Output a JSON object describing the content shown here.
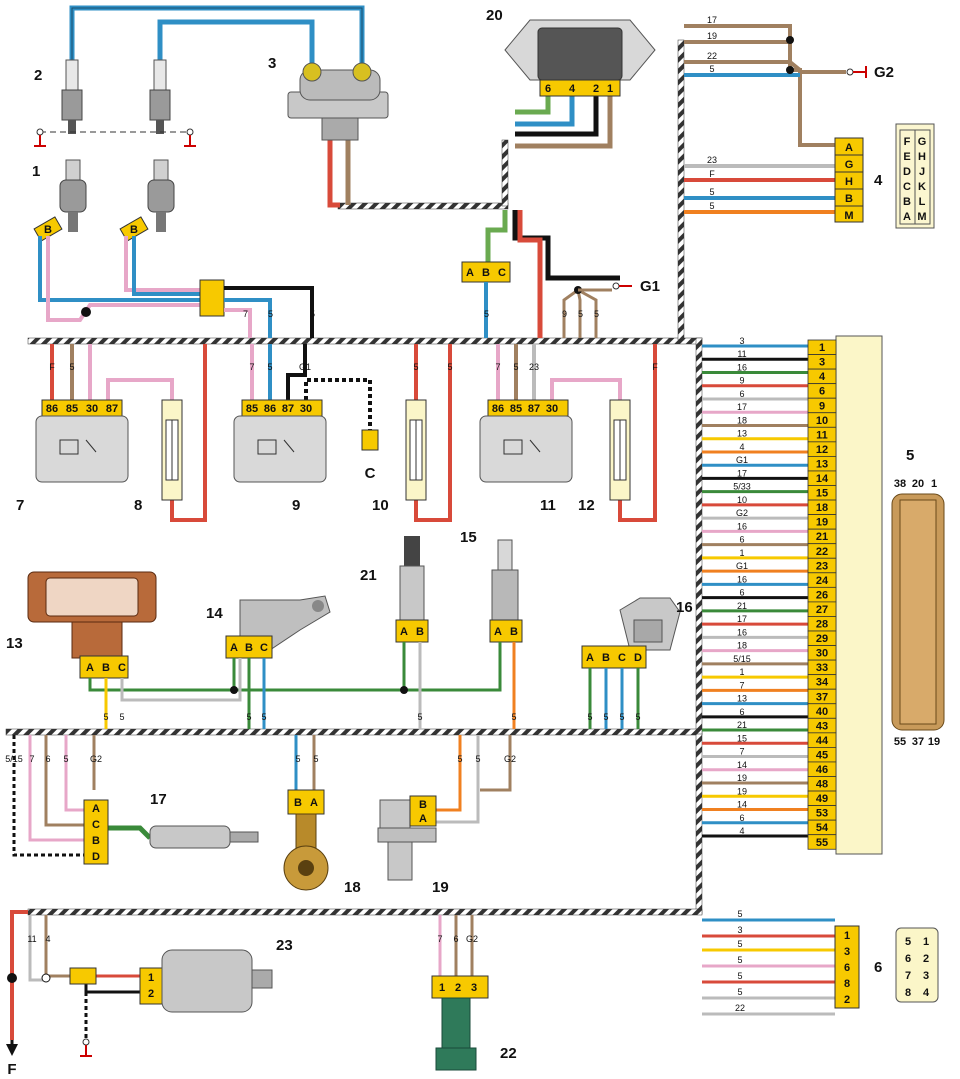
{
  "component_numbers": [
    "1",
    "2",
    "3",
    "4",
    "5",
    "6",
    "7",
    "8",
    "9",
    "10",
    "11",
    "12",
    "13",
    "14",
    "15",
    "16",
    "17",
    "18",
    "19",
    "20",
    "21",
    "22",
    "23"
  ],
  "ground_labels": [
    "G1",
    "G2"
  ],
  "f_label": "F",
  "c_label": "C",
  "relay_pins_a": [
    "86",
    "85",
    "30",
    "87"
  ],
  "relay_pins_b": [
    "85",
    "86",
    "87",
    "30"
  ],
  "relay_pins_c": [
    "86",
    "85",
    "87",
    "30"
  ],
  "ecu_pins": [
    "1",
    "3",
    "4",
    "6",
    "9",
    "10",
    "11",
    "12",
    "13",
    "14",
    "15",
    "18",
    "19",
    "21",
    "22",
    "23",
    "24",
    "26",
    "27",
    "28",
    "29",
    "30",
    "33",
    "34",
    "37",
    "40",
    "43",
    "44",
    "45",
    "46",
    "48",
    "49",
    "53",
    "54",
    "55"
  ],
  "ecu_wires": [
    "3",
    "11",
    "16",
    "9",
    "6",
    "17",
    "18",
    "13",
    "4",
    "G1",
    "17",
    "5/33",
    "10",
    "G2",
    "16",
    "6",
    "1",
    "G1",
    "16",
    "6",
    "21",
    "17",
    "16",
    "18",
    "5/15",
    "1",
    "7",
    "13",
    "6",
    "21",
    "15",
    "7",
    "14",
    "19",
    "19",
    "14",
    "6",
    "4"
  ],
  "ecu_connector_labels": [
    "38",
    "20",
    "1",
    "55",
    "37",
    "19"
  ],
  "c4_pins": [
    "A",
    "G",
    "H",
    "B",
    "M"
  ],
  "c4_wires": [
    "17",
    "19",
    "22",
    "5",
    "23",
    "F",
    "5",
    "5"
  ],
  "c4_grid": [
    "F",
    "G",
    "E",
    "H",
    "D",
    "J",
    "C",
    "K",
    "B",
    "L",
    "A",
    "M"
  ],
  "c6_pins": [
    "1",
    "3",
    "6",
    "8",
    "2"
  ],
  "c6_wires": [
    "5",
    "3",
    "5",
    "5",
    "5",
    "5",
    "22"
  ],
  "c6_grid": [
    "5",
    "1",
    "6",
    "2",
    "7",
    "3",
    "8",
    "4"
  ],
  "c20_pins": [
    "6",
    "4",
    "2",
    "1"
  ],
  "abc": [
    "A",
    "B",
    "C"
  ],
  "abcd": [
    "A",
    "B",
    "C",
    "D"
  ],
  "ab": [
    "A",
    "B"
  ],
  "ba": [
    "B",
    "A"
  ],
  "p123": [
    "1",
    "2",
    "3"
  ],
  "p12": [
    "1",
    "2"
  ],
  "top_wires": [
    "7",
    "5",
    "5",
    "5",
    "9",
    "5",
    "5"
  ],
  "relay_wires": [
    "F",
    "5",
    "7",
    "5",
    "5",
    "G1",
    "5",
    "7",
    "5",
    "23",
    "F"
  ],
  "lower_wires": [
    "5",
    "5",
    "5",
    "5",
    "5",
    "5",
    "5",
    "5",
    "5",
    "5"
  ],
  "sensor_wires": [
    "5/15",
    "7",
    "6",
    "5",
    "G2",
    "5",
    "5",
    "5",
    "5",
    "G2"
  ],
  "bottom_wires": [
    "11",
    "4",
    "7",
    "6",
    "G2"
  ]
}
